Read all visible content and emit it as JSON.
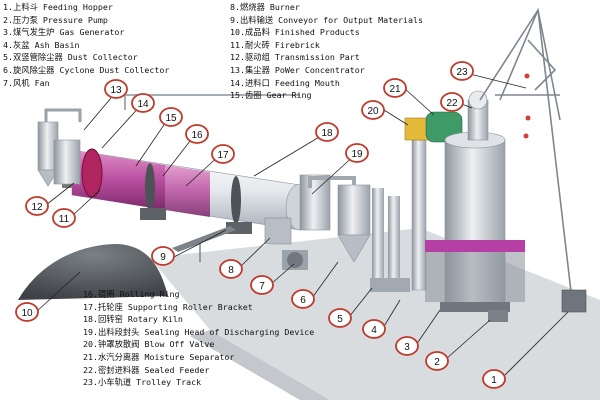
{
  "legend_top_left": [
    "1.上料斗 Feeding Hopper",
    "2.压力泵 Pressure Pump",
    "3.煤气发生炉 Gas Generator",
    "4.灰盆 Ash Basin",
    "5.双竖管除尘器 Dust Collector",
    "6.旋风除尘器 Cyclone Dust Collector",
    "7.风机 Fan"
  ],
  "legend_top_right": [
    "8.燃烧器 Burner",
    "9.出料输送 Conveyor for Output Materials",
    "10.成品料 Finished Products",
    "11.耐火砖 Firebrick",
    "12.驱动组 Transmission Part",
    "13.集尘器 PoWer Concentrator",
    "14.进料口 Feeding Mouth",
    "15.齿圈 Gear Ring"
  ],
  "legend_bottom": [
    "16.锟圈 Rolling Ring",
    "17.托轮座 Supporting Roller Bracket",
    "18.回转窑 Rotary Kiln",
    "19.出料段封头 Sealing Head of Discharging Device",
    "20.钟罩放散阀 Blow Off Valve",
    "21.水汽分离器 Moisture Separator",
    "22.密封进料器 Sealed Feeder",
    "23.小车轨道 Trolley Track"
  ],
  "callouts": [
    "1",
    "2",
    "3",
    "4",
    "5",
    "6",
    "7",
    "8",
    "9",
    "10",
    "11",
    "12",
    "13",
    "14",
    "15",
    "16",
    "17",
    "18",
    "19",
    "20",
    "21",
    "22",
    "23"
  ],
  "colors": {
    "callout_ring": "#c0392b",
    "kiln_gear": "#b02560",
    "kiln_body": "#e6e9ed",
    "steel": "#b9c0c8",
    "moisture_separator": "#3e9a66",
    "blow_off_valve": "#e5b93a",
    "floor": "#d9dcdf",
    "finished_products": "#555a5e"
  }
}
